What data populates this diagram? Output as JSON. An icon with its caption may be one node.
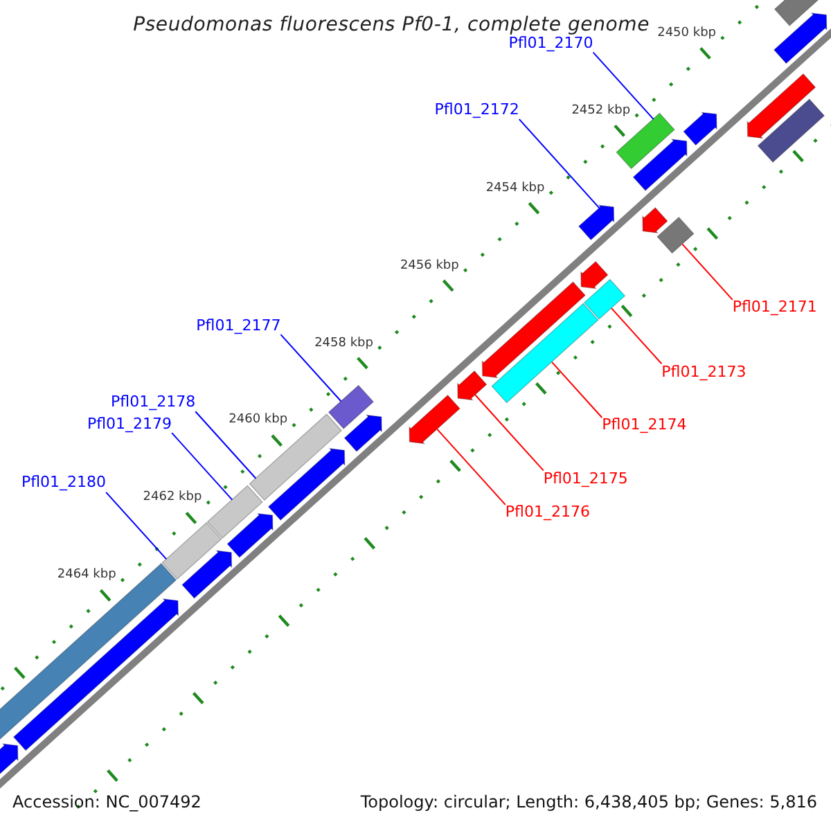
{
  "diagram": {
    "title": "Pseudomonas fluorescens Pf0-1, complete genome",
    "nodes": [
      {
        "text": [
          "Pfl01_2170"
        ]
      },
      {
        "text": [
          "Pfl01_2172"
        ]
      },
      {
        "text": [
          "Pfl01_2171"
        ]
      },
      {
        "text": [
          "Pfl01_2177"
        ]
      },
      {
        "text": [
          "Pfl01_2173"
        ]
      },
      {
        "text": [
          "Pfl01_2178"
        ]
      },
      {
        "text": [
          "Pfl01_2174"
        ]
      },
      {
        "text": [
          "Pfl01_2179"
        ]
      },
      {
        "text": [
          "Pfl01_2180"
        ]
      },
      {
        "text": [
          "Pfl01_2175"
        ]
      },
      {
        "text": [
          "Pfl01_2176"
        ]
      },
      {
        "text": [],
        "shape": "box"
      },
      {
        "text": [],
        "shape": "arrow"
      },
      {
        "text": [],
        "shape": "arrow"
      },
      {
        "text": [],
        "shape": "box"
      },
      {
        "text": [],
        "shape": "arrow"
      },
      {
        "text": [],
        "shape": "box"
      },
      {
        "text": [],
        "shape": "arrow"
      },
      {
        "text": [],
        "shape": "arrow"
      },
      {
        "text": [],
        "shape": "arrow"
      },
      {
        "text": [],
        "shape": "box"
      },
      {
        "text": [],
        "shape": "arrow"
      },
      {
        "text": [],
        "shape": "box"
      },
      {
        "text": [],
        "shape": "arrow"
      },
      {
        "text": [],
        "shape": "box"
      },
      {
        "text": [],
        "shape": "arrow"
      },
      {
        "text": [],
        "shape": "box"
      },
      {
        "text": [],
        "shape": "arrow"
      },
      {
        "text": [],
        "shape": "arrow"
      },
      {
        "text": [],
        "shape": "box"
      },
      {
        "text": [],
        "shape": "arrow"
      },
      {
        "text": [],
        "shape": "box"
      },
      {
        "text": [],
        "shape": "arrow"
      },
      {
        "text": [],
        "shape": "box"
      },
      {
        "text": [],
        "shape": "arrow"
      },
      {
        "text": [],
        "shape": "arrow"
      },
      {
        "text": [],
        "shape": "box"
      },
      {
        "text": [],
        "shape": "arrow"
      }
    ],
    "edges": [
      {
        "from": 0,
        "to": 14,
        "arrow": "none"
      },
      {
        "from": 1,
        "to": 18,
        "arrow": "none"
      },
      {
        "from": 2,
        "to": 20,
        "arrow": "none",
        "color": "#ff0000"
      },
      {
        "from": 3,
        "to": 26,
        "arrow": "none"
      },
      {
        "from": 4,
        "to": 22,
        "arrow": "none",
        "color": "#ff0000"
      },
      {
        "from": 5,
        "to": 29,
        "arrow": "none"
      },
      {
        "from": 6,
        "to": 24,
        "arrow": "none",
        "color": "#ff0000"
      },
      {
        "from": 7,
        "to": 31,
        "arrow": "none"
      },
      {
        "from": 8,
        "to": 33,
        "arrow": "none"
      },
      {
        "from": 9,
        "to": 25,
        "arrow": "none",
        "color": "#ff0000"
      },
      {
        "from": 10,
        "to": 27,
        "arrow": "none",
        "color": "#ff0000"
      }
    ],
    "labels": [
      "2450 kbp",
      "2452 kbp",
      "2454 kbp",
      "2456 kbp",
      "2458 kbp",
      "2460 kbp",
      "2462 kbp",
      "2464 kbp",
      "Accession: NC_007492",
      "Topology: circular; Length: 6,438,405 bp; Genes: 5,816"
    ]
  }
}
